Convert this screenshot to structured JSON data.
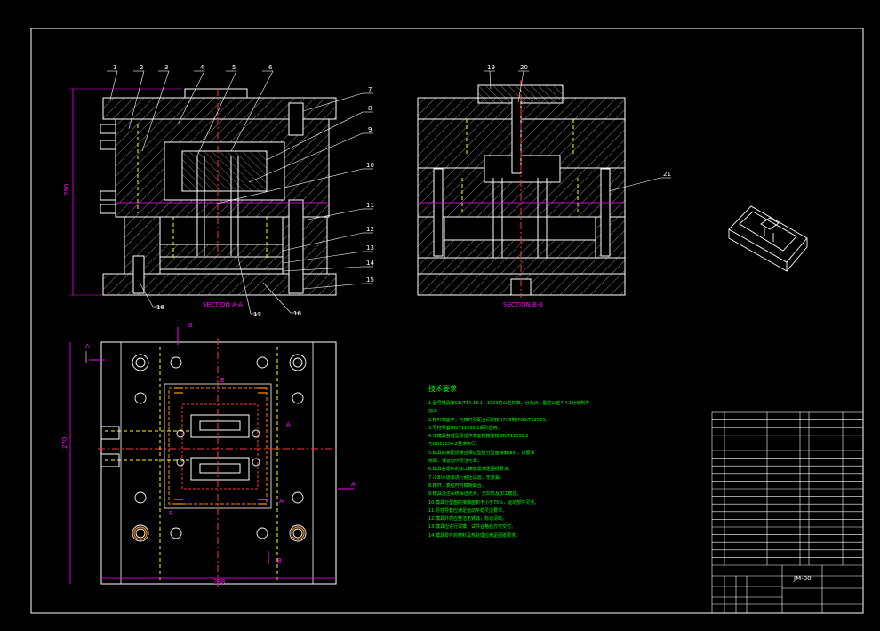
{
  "drawing": {
    "section_a_label": "SECTION A-A",
    "section_b_label": "SECTION B-B",
    "overall_height_dim": "290",
    "plan_height_dim": "270",
    "plan_width_dim": "298",
    "balloons_a": [
      "1",
      "2",
      "3",
      "4",
      "5",
      "6",
      "7",
      "8",
      "9",
      "10",
      "11",
      "12",
      "13",
      "14",
      "15",
      "16",
      "17",
      "18"
    ],
    "balloons_b": [
      "19",
      "20",
      "21"
    ],
    "cut_markers": [
      "A",
      "A",
      "B",
      "B",
      "A",
      "B",
      "B",
      "A"
    ]
  },
  "tech_notes": {
    "title": "技术要求",
    "lines": [
      "1.型号模具按GB/T14.18.1—1993的公差标准，分为JX。型腔公差7.4.1分级制作",
      "加工",
      "2.推杆端面平，与推杆孔配合间隙按H7/f6制作GB/T12555。",
      "3.导柱导套GB/T12556.1系列选用。",
      "4.本模具各成型零部件表面粗糙度按GB/T12555.2",
      "与GB12556.2要求执行。",
      "5.模具的装配质量应保证型腔分型面接触良好，按要求",
      "修配，保证动作灵活可靠。",
      "6.模具各零件的加工精度需满足图纸要求。",
      "7.冷却水道需进行耐压试验，无渗漏。",
      "8.推杆、复位杆与模板配合。",
      "9.模具浇注系统保证光滑，无凹坑及加工痕迹。",
      "10.模具分型面的接触面积不小于75%，运动部件灵活。",
      "11.导柱导套应满足运动平稳灵活要求。",
      "12.模具外观应整洁无锈蚀，标记清晰。",
      "13.模具应进行试模，试件合格后方可交付。",
      "14.模具零件的材料及热处理应满足图纸要求。"
    ]
  },
  "title_block": {
    "drawing_no": "JM-00",
    "company": "",
    "part_title": "",
    "rows": [
      [
        "",
        "",
        "",
        ""
      ],
      [
        "",
        "",
        "",
        ""
      ],
      [
        "",
        "",
        "",
        ""
      ],
      [
        "",
        "",
        "",
        ""
      ],
      [
        "",
        "",
        "",
        ""
      ],
      [
        "",
        "",
        "",
        ""
      ],
      [
        "",
        "",
        "",
        ""
      ],
      [
        "",
        "",
        "",
        ""
      ],
      [
        "",
        "",
        "",
        ""
      ],
      [
        "",
        "",
        "",
        ""
      ],
      [
        "",
        "",
        "",
        ""
      ],
      [
        "",
        "",
        "",
        ""
      ],
      [
        "",
        "",
        "",
        ""
      ],
      [
        "",
        "",
        "",
        ""
      ],
      [
        "",
        "",
        "",
        ""
      ],
      [
        "",
        "",
        "",
        ""
      ],
      [
        "",
        "",
        "",
        ""
      ],
      [
        "",
        "",
        "",
        ""
      ],
      [
        "",
        "",
        "",
        ""
      ],
      [
        "",
        "",
        "",
        ""
      ]
    ]
  },
  "colors": {
    "outline": "#ffffff",
    "dimension": "#ff00ff",
    "hidden": "#ffff00",
    "center": "#ff3333",
    "notes": "#00ff00",
    "section_label": "#ff00ff",
    "hole_orange": "#ff8800"
  }
}
